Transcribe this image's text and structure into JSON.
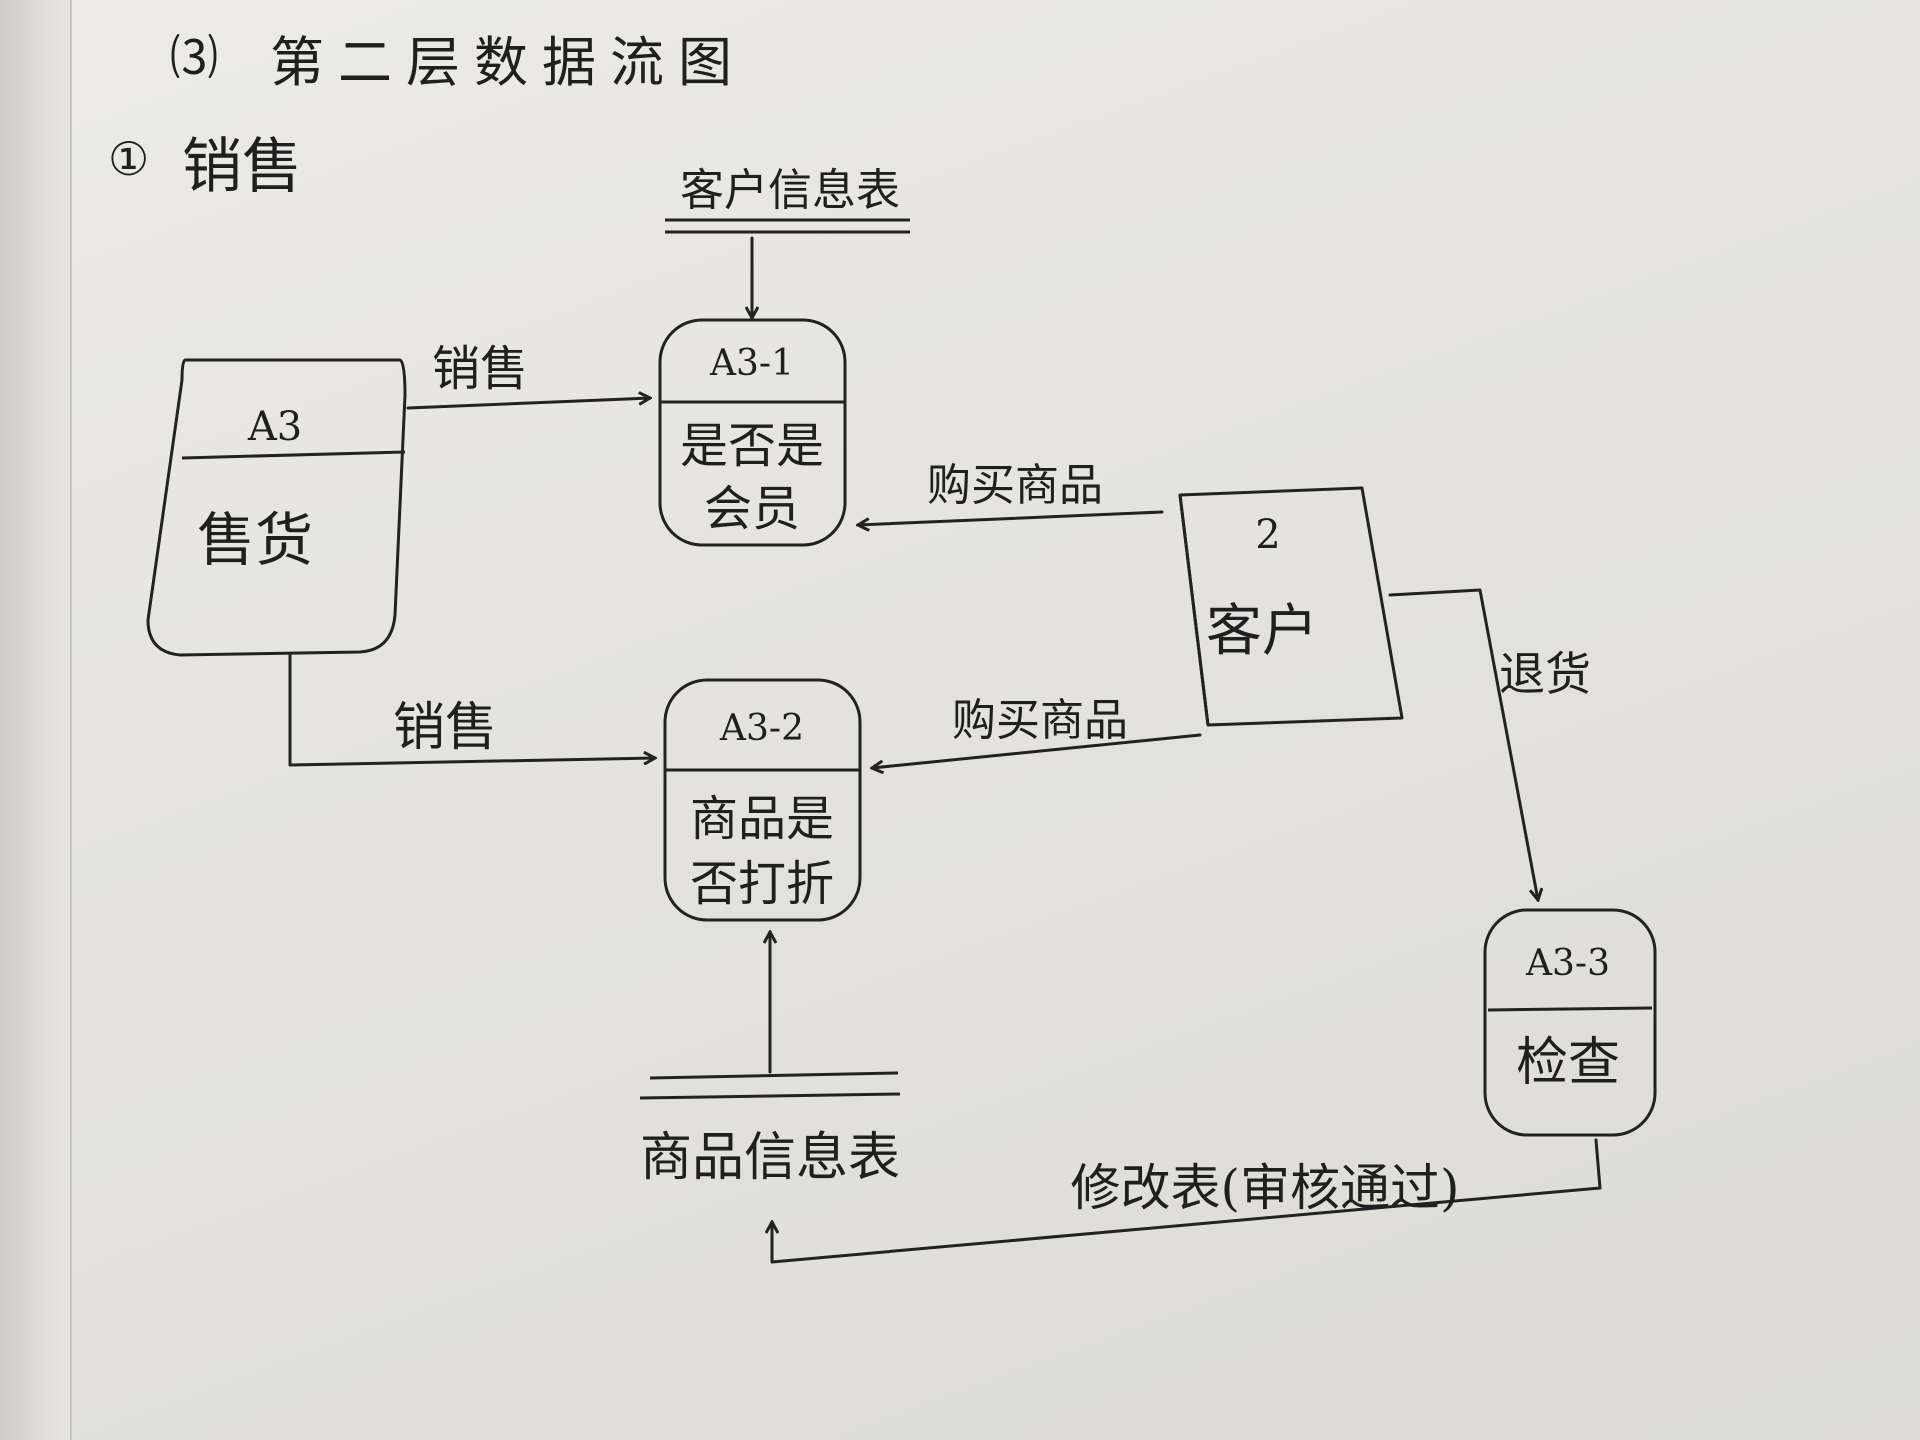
{
  "header": {
    "section_label": "⑶",
    "section_title": "第二层数据流图",
    "subsection_label": "①",
    "subsection_title": "销售"
  },
  "processes": [
    {
      "id": "A3",
      "name": "售货"
    },
    {
      "id": "A3-1",
      "name_line1": "是否是",
      "name_line2": "会员"
    },
    {
      "id": "A3-2",
      "name_line1": "商品是",
      "name_line2": "否打折"
    },
    {
      "id": "A3-3",
      "name": "检查"
    }
  ],
  "external_entity": {
    "id": "2",
    "name": "客户"
  },
  "data_stores": [
    {
      "name": "客户信息表"
    },
    {
      "name": "商品信息表"
    }
  ],
  "flows": [
    {
      "label": "销售"
    },
    {
      "label": "销售"
    },
    {
      "label": "购买商品"
    },
    {
      "label": "购买商品"
    },
    {
      "label": "退货"
    },
    {
      "label": "修改表(审核通过)"
    }
  ],
  "colors": {
    "ink": "#222222",
    "paper": "#e8e7e2"
  }
}
